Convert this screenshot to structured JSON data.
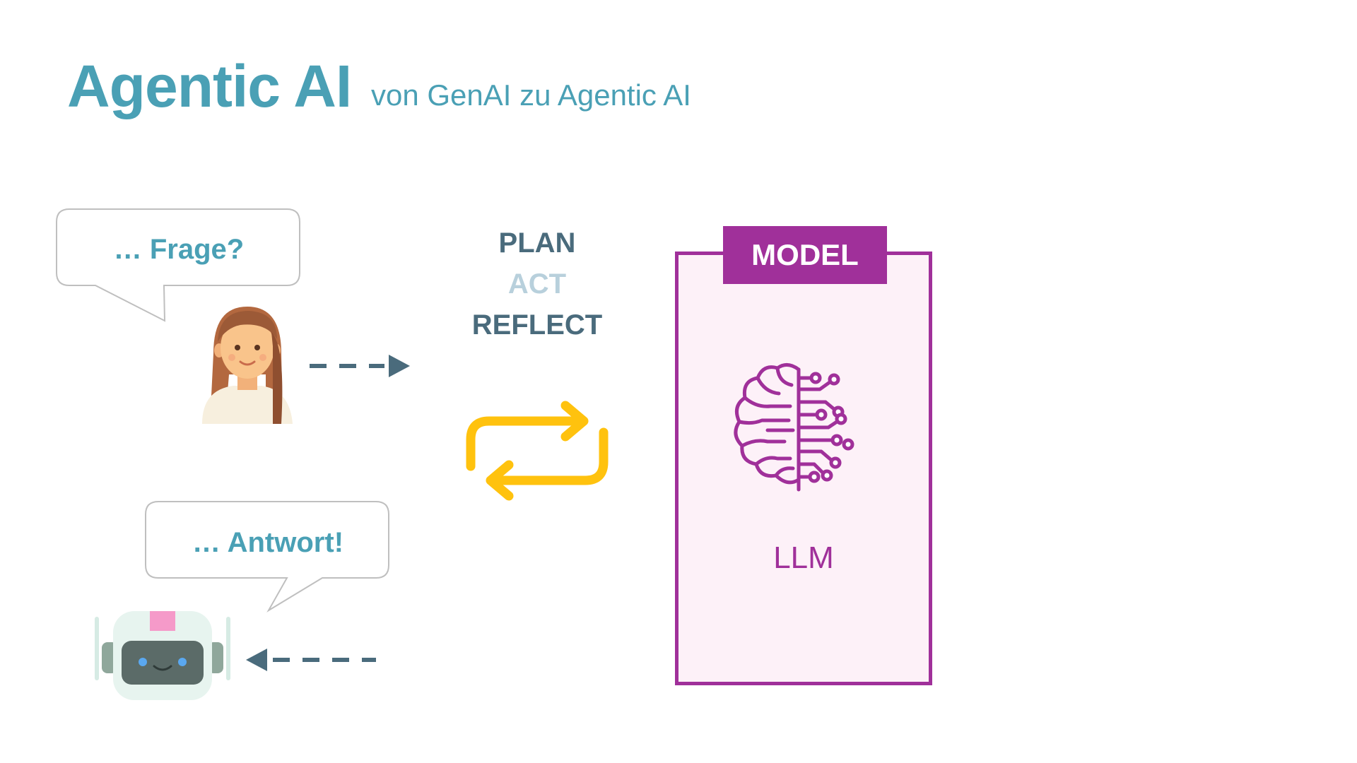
{
  "header": {
    "title": "Agentic AI",
    "subtitle": "von GenAI zu Agentic AI"
  },
  "user": {
    "bubble_text": "… Frage?",
    "icon": "woman-avatar-icon"
  },
  "assistant": {
    "bubble_text": "… Antwort!",
    "icon": "robot-icon"
  },
  "loop": {
    "steps": [
      "PLAN",
      "ACT",
      "REFLECT"
    ],
    "icon": "repeat-arrows-icon"
  },
  "model": {
    "tab_label": "MODEL",
    "label": "LLM",
    "icon": "brain-circuit-icon"
  },
  "colors": {
    "accent": "#4aa0b5",
    "text_dark": "#4a6b7c",
    "text_faded": "#b8d0dc",
    "model": "#a0309a",
    "model_bg": "#fdf1f8",
    "loop_arrows": "#ffc20e",
    "arrow_dashed": "#4a6b7c"
  }
}
